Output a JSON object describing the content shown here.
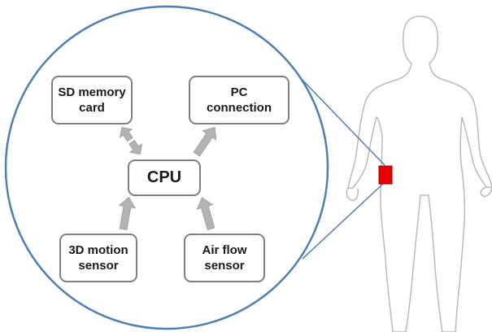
{
  "diagram": {
    "nodes": {
      "sd_card": "SD memory\ncard",
      "pc_connection": "PC\nconnection",
      "cpu": "CPU",
      "motion_sensor": "3D motion\nsensor",
      "airflow_sensor": "Air flow\nsensor"
    },
    "connections": [
      {
        "from": "cpu",
        "to": "sd_card",
        "direction": "both"
      },
      {
        "from": "cpu",
        "to": "pc_connection",
        "direction": "to"
      },
      {
        "from": "motion_sensor",
        "to": "cpu",
        "direction": "to"
      },
      {
        "from": "airflow_sensor",
        "to": "cpu",
        "direction": "to"
      }
    ],
    "device_location": "hip",
    "colors": {
      "circle_outline": "#4f7fb0",
      "arrow_fill": "#b3b3b3",
      "box_border": "#7f7f7f",
      "device_marker": "#e60000",
      "body_outline": "#b9b9b9"
    }
  }
}
